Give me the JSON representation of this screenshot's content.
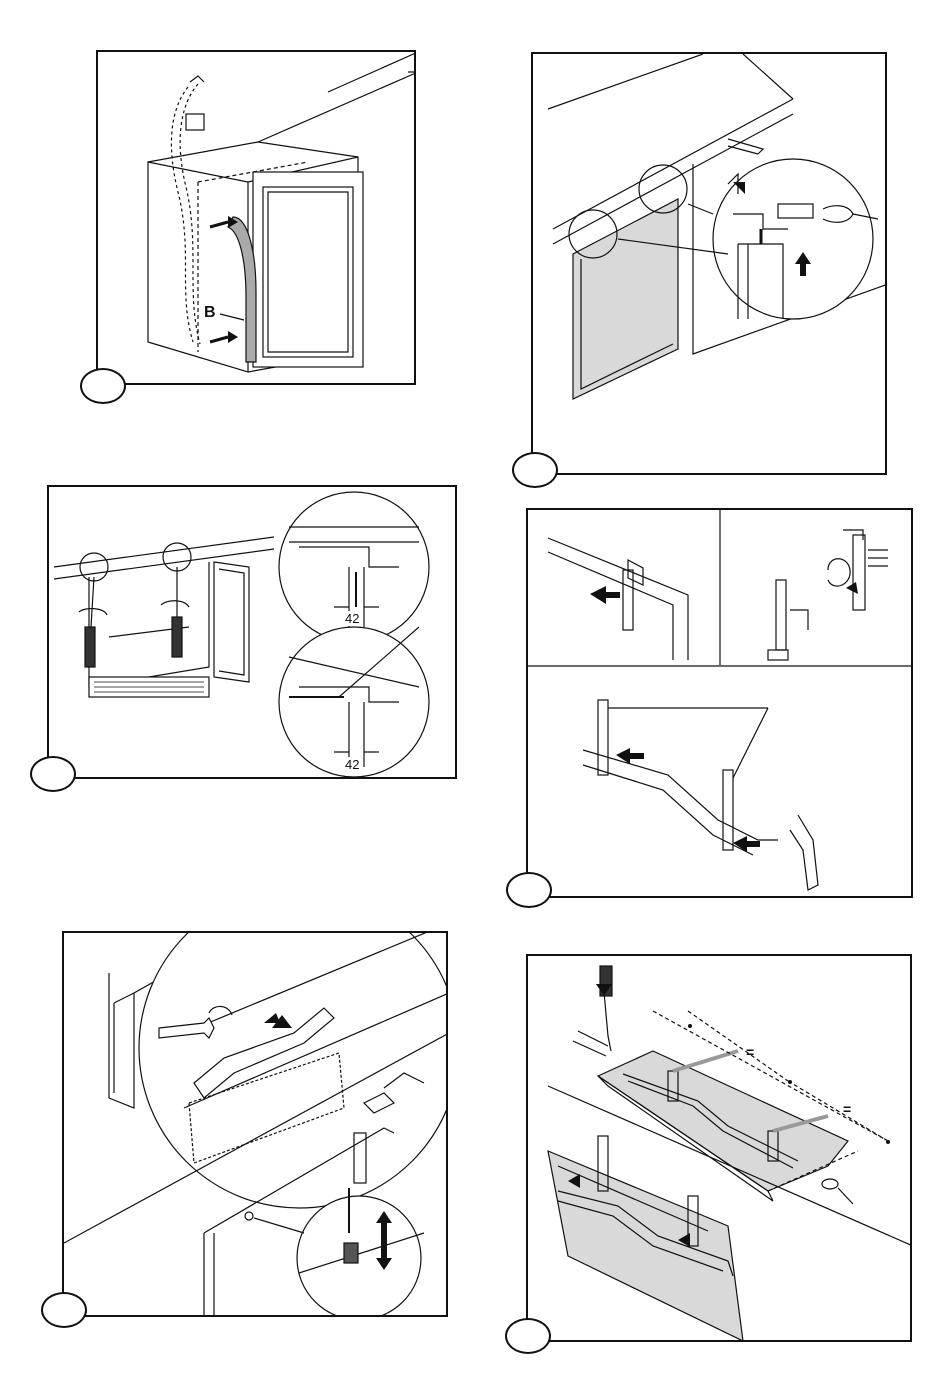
{
  "figures": [
    {
      "id": "fig-1",
      "callout": "B"
    },
    {
      "id": "fig-2"
    },
    {
      "id": "fig-3",
      "dimensions": [
        "42",
        "42"
      ]
    },
    {
      "id": "fig-4"
    },
    {
      "id": "fig-5"
    },
    {
      "id": "fig-6",
      "spacing_marks": [
        "=",
        "="
      ]
    }
  ],
  "colors": {
    "line": "#111111",
    "panel_fill": "#d9d9d9",
    "background": "#ffffff"
  }
}
